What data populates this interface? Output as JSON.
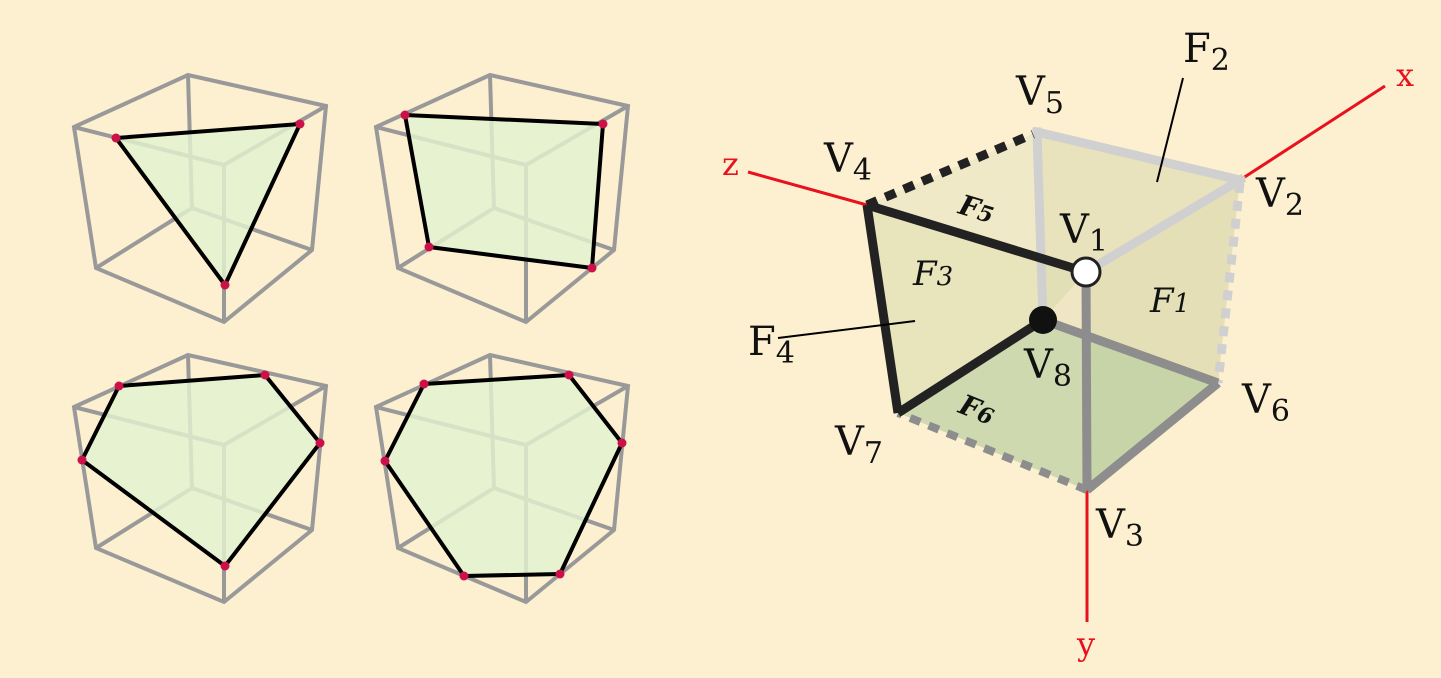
{
  "colors": {
    "background": "#fdf0d0",
    "cube_edge": "#999999",
    "section_fill": "#e2f2cf",
    "section_edge": "#000000",
    "section_point": "#cc1148",
    "axis": "#e8121e"
  },
  "sections": [
    {
      "shape": "triangle"
    },
    {
      "shape": "quadrilateral"
    },
    {
      "shape": "pentagon"
    },
    {
      "shape": "hexagon"
    }
  ],
  "diagram": {
    "axes": {
      "x": "x",
      "y": "y",
      "z": "z"
    },
    "vertices": {
      "v1": {
        "letter": "V",
        "index": "1"
      },
      "v2": {
        "letter": "V",
        "index": "2"
      },
      "v3": {
        "letter": "V",
        "index": "3"
      },
      "v4": {
        "letter": "V",
        "index": "4"
      },
      "v5": {
        "letter": "V",
        "index": "5"
      },
      "v6": {
        "letter": "V",
        "index": "6"
      },
      "v7": {
        "letter": "V",
        "index": "7"
      },
      "v8": {
        "letter": "V",
        "index": "8"
      }
    },
    "faces": {
      "f1": {
        "letter": "F",
        "index": "1"
      },
      "f2": {
        "letter": "F",
        "index": "2"
      },
      "f3": {
        "letter": "F",
        "index": "3"
      },
      "f4": {
        "letter": "F",
        "index": "4"
      },
      "f5": {
        "letter": "F",
        "index": "5"
      },
      "f6": {
        "letter": "F",
        "index": "6"
      }
    }
  }
}
